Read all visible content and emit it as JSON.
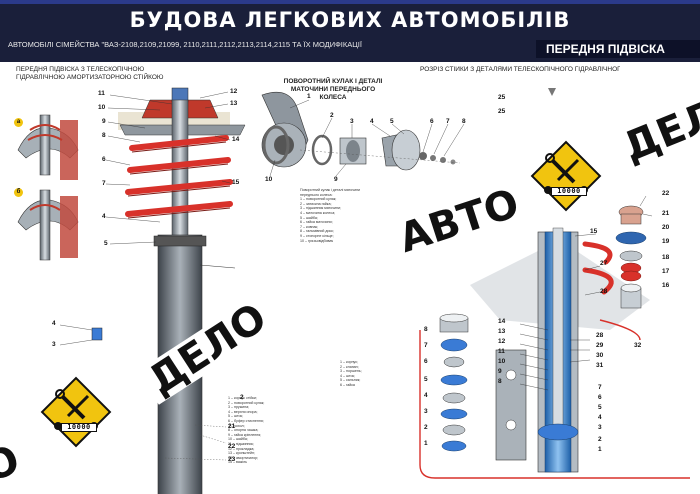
{
  "header": {
    "title": "БУДОВА ЛЕГКОВИХ АВТОМОБІЛІВ",
    "subtitle": "АВТОМОБІЛІ СІМЕЙСТВА \"ВАЗ-2108,2109,21099, 2110,2111,2112,2113,2114,2115 ТА ЇХ МОДИФІКАЦІЇ",
    "section": "ПЕРЕДНЯ ПІДВІСКА"
  },
  "captions": {
    "left": "ПЕРЕДНЯ ПІДВІСКА З ТЕЛЕСКОПІЧНОЮ ГІДРАВЛІЧНОЮ АМОРТИЗАТОРНОЮ СТІЙКОЮ",
    "middle": "ПОВОРОТНИЙ КУЛАК І ДЕТАЛІ МАТОЧИНИ ПЕРЕДНЬОГО КОЛЕСА",
    "right": "РОЗРІЗ СТІЙКИ З ДЕТАЛЯМИ ТЕЛЕСКОПІЧНОГО ГІДРАВЛІЧНОГО"
  },
  "detail_labels": [
    "а",
    "б"
  ],
  "left_numbers": [
    "11",
    "10",
    "9",
    "8",
    "6",
    "7",
    "4",
    "5",
    "12",
    "13",
    "14",
    "15",
    "4",
    "3",
    "2",
    "21",
    "22",
    "23"
  ],
  "hub_numbers": [
    "1",
    "2",
    "3",
    "4",
    "5",
    "6",
    "7",
    "8",
    "9",
    "10"
  ],
  "right_numbers": [
    "25",
    "25",
    "22",
    "21",
    "20",
    "19",
    "18",
    "17",
    "16",
    "15",
    "27",
    "28",
    "32",
    "14",
    "13",
    "12",
    "11",
    "10",
    "9",
    "8",
    "7",
    "6",
    "5",
    "4",
    "3",
    "2",
    "1",
    "28",
    "29",
    "30",
    "31",
    "8",
    "7",
    "6",
    "5",
    "4",
    "3",
    "2",
    "1"
  ],
  "legend_middle": [
    "Поворотний кулак і деталі маточини",
    "переднього колеса:",
    "1 – поворотний кулак;",
    "2 – затискна гайка;",
    "3 – підшипник маточини;",
    "4 – маточина колеса;",
    "5 – шайба;",
    "6 – гайка маточини;",
    "7 – ковпак;",
    "8 – гальмівний диск;",
    "9 – стопорне кільце;",
    "10 – грязьовідбивач"
  ],
  "legend_bottom": [
    "1 – корпус стійки;",
    "2 – поворотний кулак;",
    "3 – пружина;",
    "4 – верхня опора;",
    "5 – шток;",
    "6 – буфер стиснення;",
    "7 – чохол;",
    "8 – опорна чашка;",
    "9 – гайка кріплення;",
    "10 – шайба;",
    "11 – підшипник;",
    "12 – прокладка;",
    "13 – кронштейн;",
    "14 – амортизатор;",
    "15 – важіль"
  ],
  "legend_right": [
    "1 – корпус;",
    "2 – клапан;",
    "3 – поршень;",
    "4 – шток;",
    "5 – сальник;",
    "6 – гайка"
  ],
  "watermark": {
    "word1": "АВТО",
    "word2": "ДЕЛО",
    "counter": "10000"
  },
  "colors": {
    "header_bg": "#1a1f3a",
    "accent_yellow": "#f1c40f",
    "spring_red": "#d8312a",
    "steel": "#8a939c"
  }
}
